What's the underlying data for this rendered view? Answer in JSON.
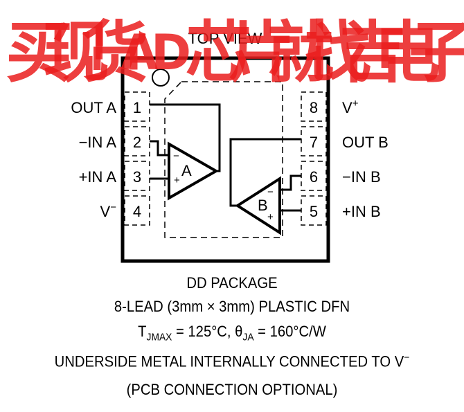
{
  "diagram": {
    "view_label": "TOP VIEW",
    "left_pins": [
      {
        "num": "1",
        "label": "OUT A"
      },
      {
        "num": "2",
        "label": "−IN A"
      },
      {
        "num": "3",
        "label": "+IN A"
      },
      {
        "num": "4",
        "label": "V",
        "sup": "−"
      }
    ],
    "right_pins": [
      {
        "num": "8",
        "label": "V",
        "sup": "+"
      },
      {
        "num": "7",
        "label": "OUT B"
      },
      {
        "num": "6",
        "label": "−IN B"
      },
      {
        "num": "5",
        "label": "+IN B"
      }
    ],
    "amp_a": {
      "label": "A",
      "minus": "−",
      "plus": "+"
    },
    "amp_b": {
      "label": "B",
      "minus": "−",
      "plus": "+"
    }
  },
  "caption": {
    "package": "DD PACKAGE",
    "lead": "8-LEAD (3mm × 3mm) PLASTIC DFN",
    "thermal_t": "T",
    "thermal_t_sub": "JMAX",
    "thermal_mid": " = 125°C, θ",
    "thermal_theta_sub": "JA",
    "thermal_end": " = 160°C/W",
    "underside": "UNDERSIDE METAL INTERNALLY CONNECTED TO V",
    "underside_sup": "−",
    "optional": "(PCB CONNECTION OPTIONAL)"
  },
  "watermark": {
    "chars": [
      "买",
      "现",
      "货",
      "A",
      "D",
      "芯",
      "片",
      "就",
      "找",
      "吉",
      "电",
      "子"
    ],
    "color": "#eb1e1e"
  }
}
